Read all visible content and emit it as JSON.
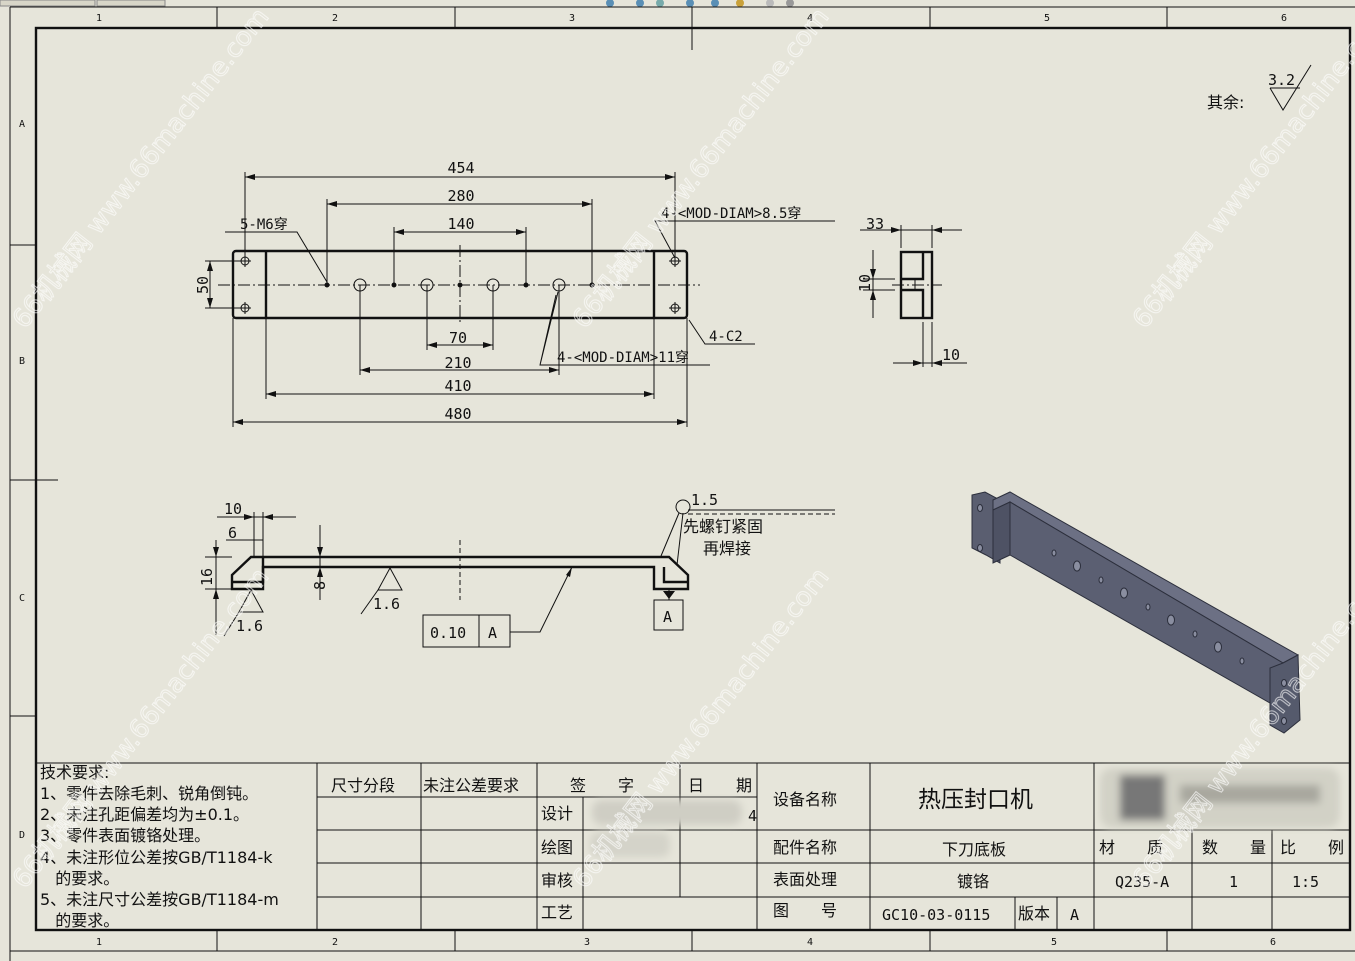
{
  "zones": {
    "columns": [
      "1",
      "2",
      "3",
      "4",
      "5",
      "6"
    ],
    "rows": [
      "A",
      "B",
      "C",
      "D"
    ]
  },
  "roughness_note": {
    "label": "其余:",
    "value": "3.2"
  },
  "front_view": {
    "dims": {
      "d454": "454",
      "d280": "280",
      "d140": "140",
      "d70": "70",
      "d210": "210",
      "d410": "410",
      "d480": "480",
      "d50": "50"
    },
    "callouts": {
      "m6": "5-M6穿",
      "hole85": "4-<MOD-DIAM>8.5穿",
      "chamfer": "4-C2",
      "hole11": "4-<MOD-DIAM>11穿"
    }
  },
  "side_view": {
    "dims": {
      "d33": "33",
      "d10v": "10",
      "d10h": "10"
    }
  },
  "bottom_view": {
    "dims": {
      "d10": "10",
      "d6": "6",
      "d16": "16",
      "d8": "8"
    },
    "roughness": [
      "1.6",
      "1.6"
    ],
    "gdt": {
      "tolerance": "0.10",
      "datum": "A"
    },
    "datum_label": "A",
    "weld": {
      "size": "1.5",
      "note_line1": "先螺钉紧固",
      "note_line2": "再焊接"
    }
  },
  "tech_requirements": {
    "title": "技术要求:",
    "lines": [
      "1、零件去除毛刺、锐角倒钝。",
      "2、未注孔距偏差均为±0.1。",
      "3、零件表面镀铬处理。",
      "4、未注形位公差按GB/T1184-k",
      "   的要求。",
      "5、未注尺寸公差按GB/T1184-m",
      "   的要求。"
    ]
  },
  "title_block": {
    "col_size_segment": "尺寸分段",
    "col_tolerance": "未注公差要求",
    "col_sign": "签　　字",
    "col_date": "日　　期",
    "design": "设计",
    "draw": "绘图",
    "review": "审核",
    "process": "工艺",
    "design_date_fragment": "4",
    "equipment_label": "设备名称",
    "equipment_value": "热压封口机",
    "part_label": "配件名称",
    "part_value": "下刀底板",
    "surface_label": "表面处理",
    "surface_value": "镀铬",
    "drawing_no_label": "图　　号",
    "drawing_no_value": "GC10-03-0115",
    "version_label": "版本",
    "version_value": "A",
    "material_label": "材　　质",
    "material_value": "Q235-A",
    "quantity_label": "数　　量",
    "quantity_value": "1",
    "scale_label": "比　　例",
    "scale_value": "1:5"
  },
  "watermark": "66机械网 www.66machine.com"
}
